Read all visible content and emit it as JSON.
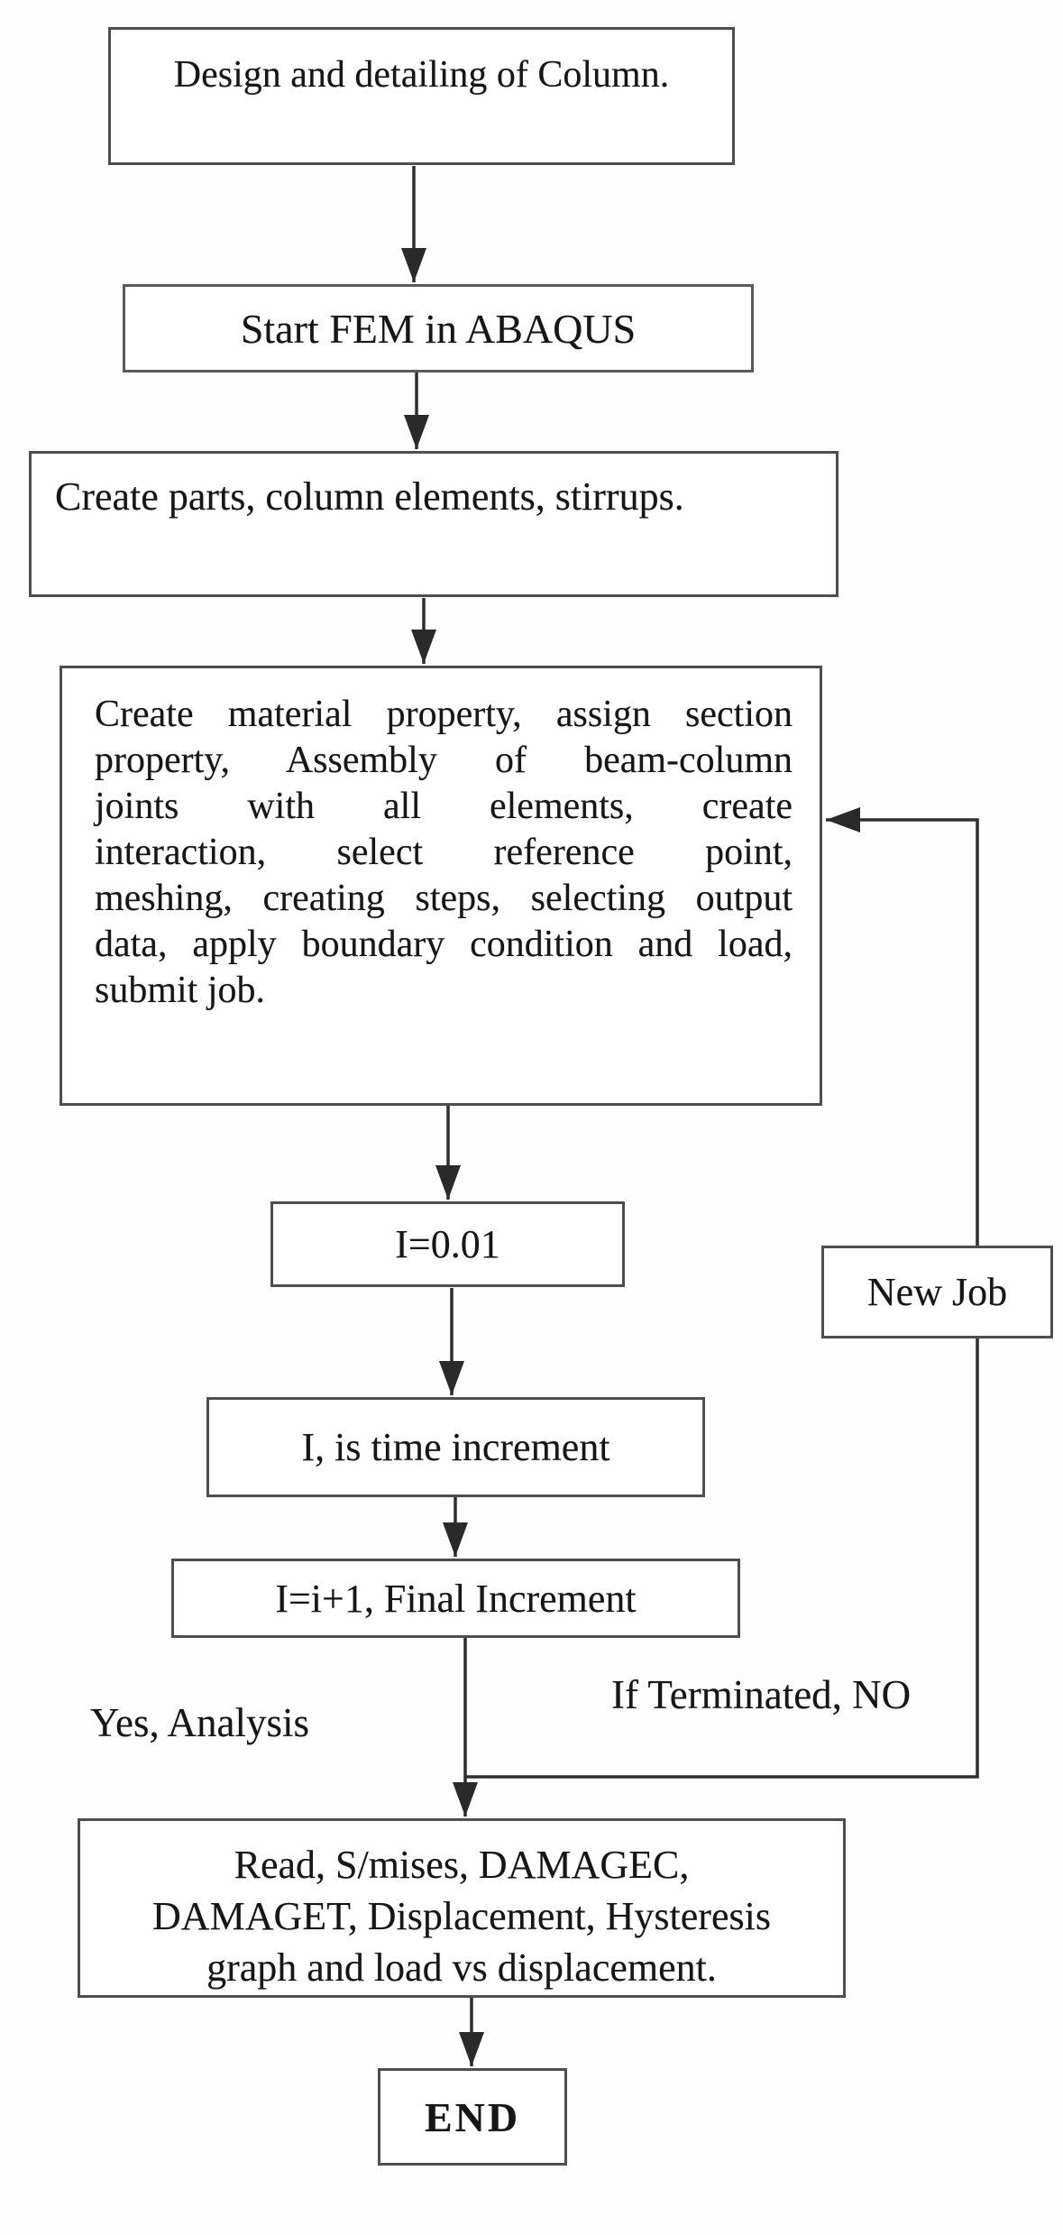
{
  "diagram": {
    "type": "flowchart",
    "colors": {
      "border": "#4e4e4e",
      "line": "#2e2e2e",
      "text": "#161616",
      "background": "#fdfdfd"
    },
    "nodes": [
      {
        "id": "design",
        "label": "Design and detailing of Column."
      },
      {
        "id": "start_fem",
        "label": "Start FEM in ABAQUS"
      },
      {
        "id": "create_parts",
        "label": "Create parts, column elements, stirrups."
      },
      {
        "id": "model_setup",
        "lines": [
          "Create material property, assign section",
          "property, Assembly of beam-column",
          "joints with all elements, create",
          "interaction, select reference point,",
          "meshing, creating steps, selecting output",
          "data, apply boundary condition and load,",
          "submit job."
        ]
      },
      {
        "id": "increment_init",
        "label": "I=0.01"
      },
      {
        "id": "time_increment",
        "label": "I, is time increment"
      },
      {
        "id": "final_increment",
        "label": "I=i+1, Final Increment"
      },
      {
        "id": "new_job",
        "label": "New Job"
      },
      {
        "id": "read_results",
        "lines": [
          "Read, S/mises, DAMAGEC,",
          "DAMAGET, Displacement, Hysteresis",
          "graph and load vs displacement."
        ]
      },
      {
        "id": "end",
        "label": "END"
      }
    ],
    "edge_labels": [
      {
        "id": "yes_branch",
        "label": "Yes,  Analysis"
      },
      {
        "id": "no_branch",
        "label": "If Terminated, NO"
      }
    ]
  }
}
